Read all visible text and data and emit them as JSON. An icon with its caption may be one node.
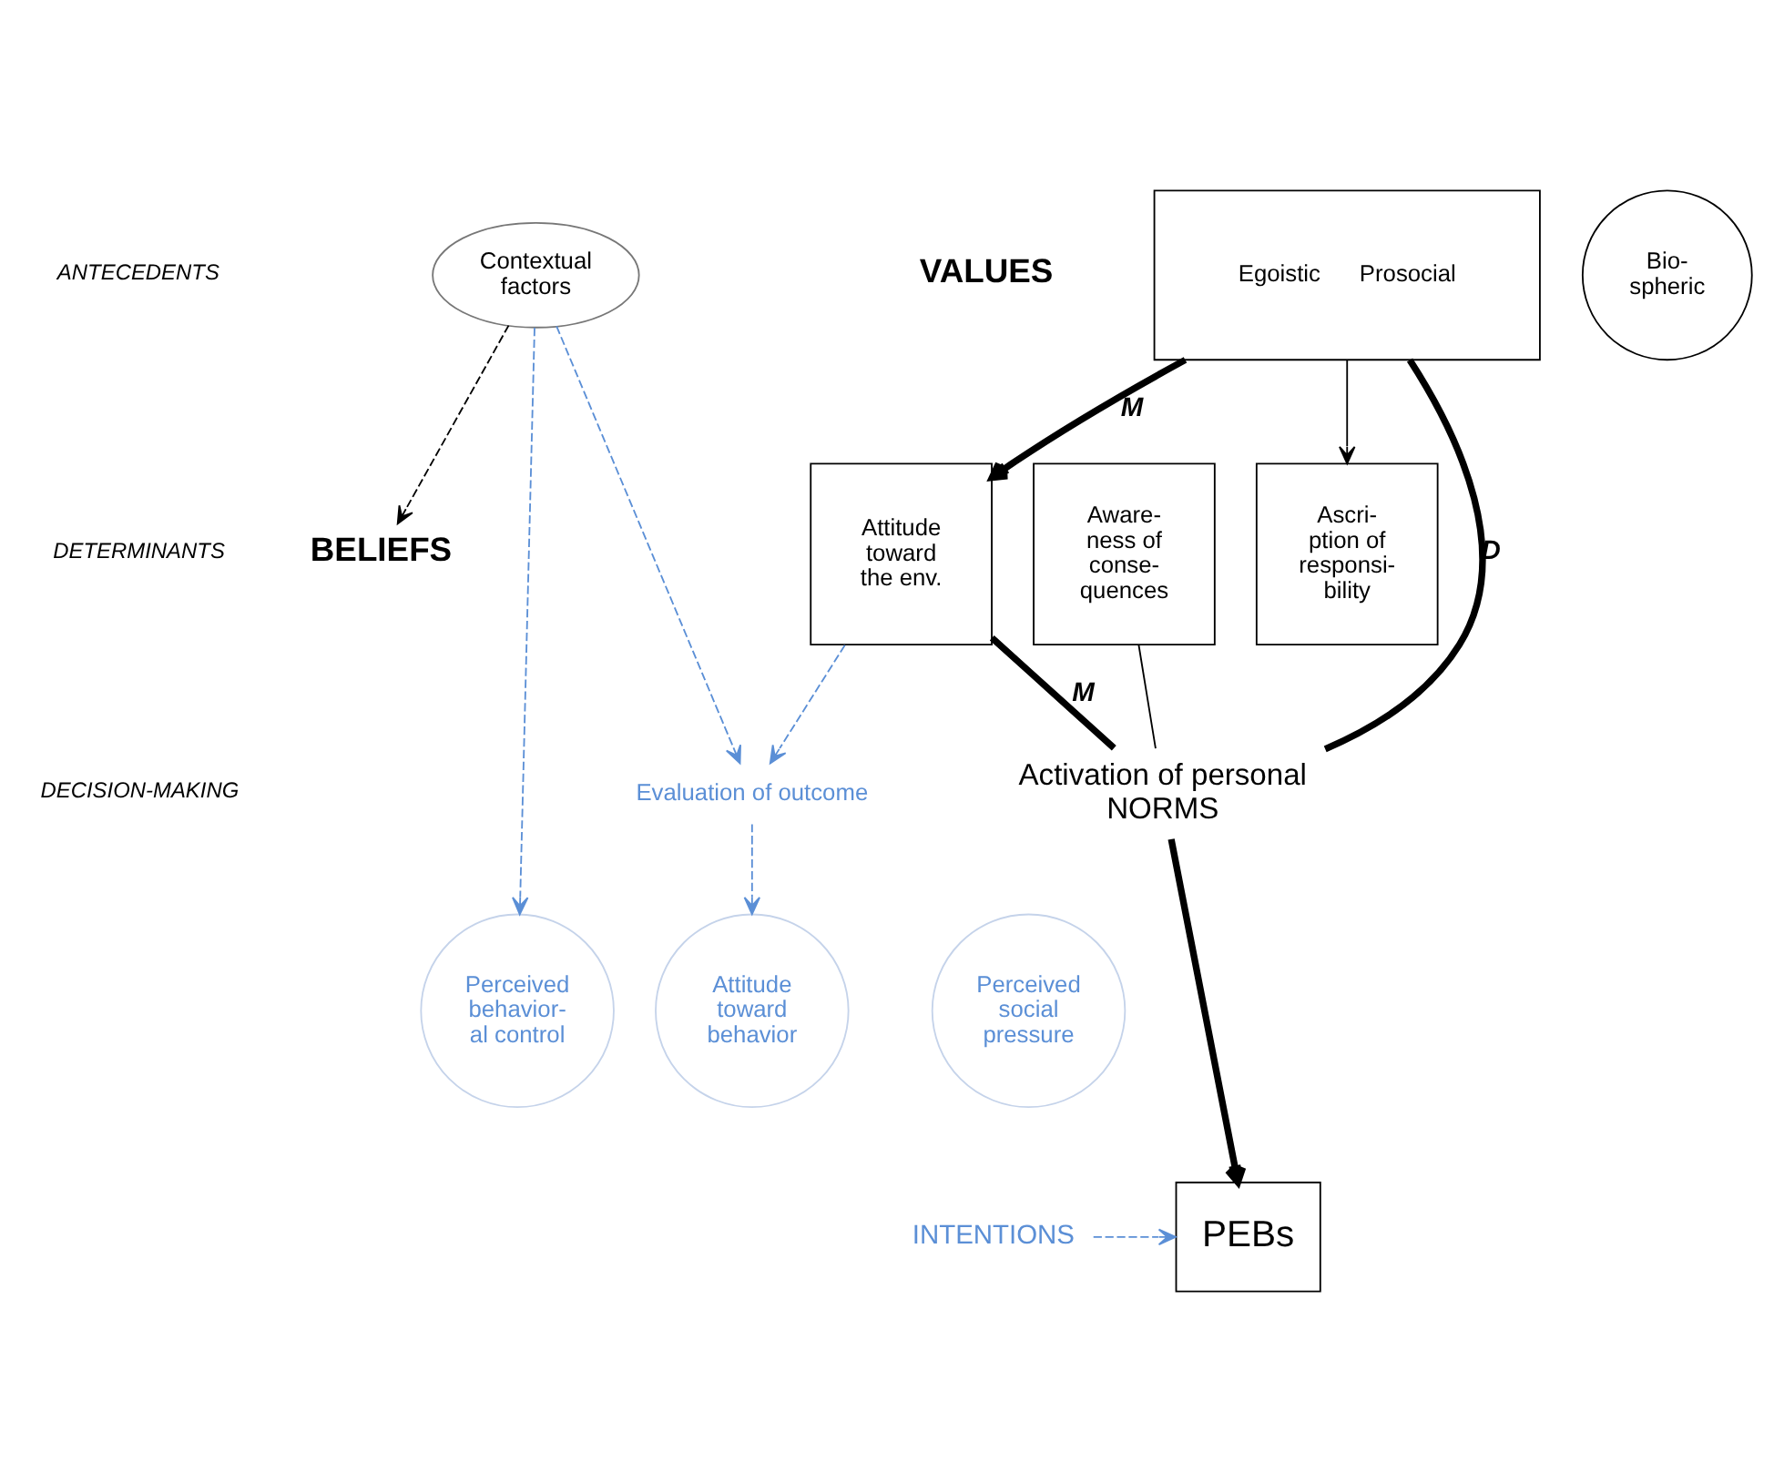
{
  "diagram": {
    "nodes": [
      {
        "text": [
          "Egoistic",
          "Prosocial"
        ]
      },
      {
        "text": [
          "Bio- spheric"
        ]
      },
      {
        "text": [
          "Attitude toward the env."
        ]
      },
      {
        "text": [
          "Aware- ness of conse- quences"
        ]
      },
      {
        "text": [
          "Ascri- ption of responsi- bility"
        ]
      },
      {
        "text": [
          "Contextual factors"
        ]
      },
      {
        "text": [
          "BELIEFS"
        ]
      },
      {
        "text": [
          "Evaluation of outcome"
        ]
      },
      {
        "text": [
          "Perceived behavior- al control"
        ]
      },
      {
        "text": [
          "Perceived social pressure"
        ]
      },
      {
        "text": [
          "Attitude toward behavior"
        ]
      },
      {
        "text": [
          "Activation of personal NORMS"
        ]
      },
      {
        "text": [
          "PEBs"
        ]
      },
      {
        "text": [
          "INTENTIONS"
        ]
      }
    ],
    "edges": [
      {
        "from": 0,
        "to": 2,
        "arrow": "to",
        "label": "M",
        "style": "thick"
      },
      {
        "from": 0,
        "to": 11,
        "arrow": "none",
        "label": "D",
        "style": "thick"
      },
      {
        "from": 0,
        "to": 4,
        "arrow": "to"
      },
      {
        "from": 2,
        "to": 11,
        "arrow": "none",
        "label": "M",
        "style": "thick"
      },
      {
        "from": 3,
        "to": 11,
        "arrow": "none"
      },
      {
        "from": 5,
        "to": 6,
        "arrow": "to",
        "style": "dashed"
      },
      {
        "from": 5,
        "to": 7,
        "arrow": "to",
        "style": "dashed",
        "color": "#5b8fd6"
      },
      {
        "from": 2,
        "to": 7,
        "arrow": "to",
        "style": "dashed",
        "color": "#5b8fd6"
      },
      {
        "from": 5,
        "to": 8,
        "arrow": "to",
        "style": "dashed",
        "color": "#5b8fd6"
      },
      {
        "from": 7,
        "to": 10,
        "arrow": "to",
        "style": "dashed",
        "color": "#5b8fd6"
      },
      {
        "from": 11,
        "to": 12,
        "arrow": "to",
        "style": "thick"
      },
      {
        "from": 13,
        "to": 12,
        "arrow": "to",
        "style": "dashed",
        "color": "#5b8fd6"
      }
    ],
    "labels": [
      "ANTECEDENTS",
      "VALUES",
      "DETERMINANTS",
      "DECISION-MAKING"
    ]
  }
}
